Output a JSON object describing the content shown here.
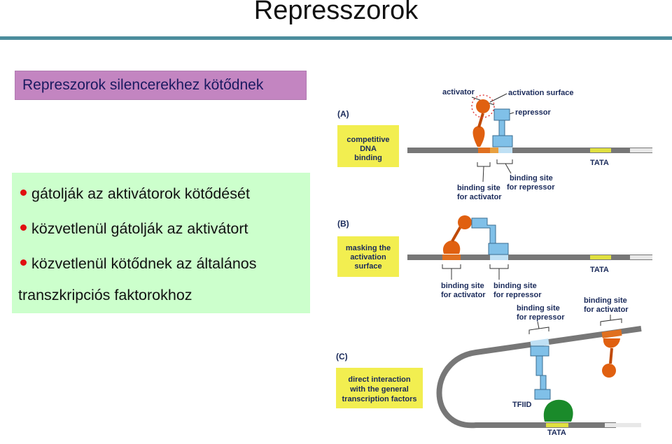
{
  "slide": {
    "title": "Represszorok",
    "subtitle": "Represzorok silencerekhez kötődnek",
    "bullets": [
      "gátolják az aktivátorok kötődését",
      "közvetlenül gátolják az aktivátort",
      "közvetlenül kötődnek az általános",
      "transzkripciós faktorokhoz"
    ]
  },
  "figure": {
    "panel_a": {
      "letter": "(A)",
      "activator": "activator",
      "activation_surface": "activation surface",
      "repressor": "repressor",
      "note": [
        "competitive",
        "DNA",
        "binding"
      ],
      "tata": "TATA",
      "site_repressor": [
        "binding site",
        "for repressor"
      ],
      "site_activator": [
        "binding site",
        "for activator"
      ]
    },
    "panel_b": {
      "letter": "(B)",
      "note": [
        "masking the",
        "activation",
        "surface"
      ],
      "tata": "TATA",
      "site_activator": [
        "binding site",
        "for activator"
      ],
      "site_repressor": [
        "binding site",
        "for repressor"
      ]
    },
    "panel_c": {
      "letter": "(C)",
      "site_repressor": [
        "binding site",
        "for repressor"
      ],
      "site_activator": [
        "binding site",
        "for activator"
      ],
      "note": [
        "direct interaction",
        "with the general",
        "transcription factors"
      ],
      "tfiid": "TFIID",
      "tata": "TATA"
    },
    "colors": {
      "dna": "#7a7a7a",
      "activator": "#e06010",
      "repressor": "#80c0e8",
      "note_box": "#f2ee50",
      "tata": "#f0e060",
      "tfiid": "#1a8a2a"
    }
  }
}
